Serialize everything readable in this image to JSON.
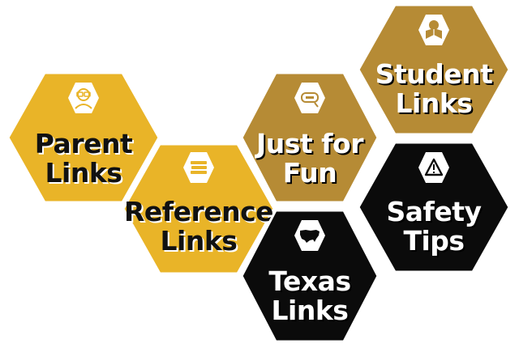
{
  "colors": {
    "gold": "#E9B428",
    "bronze": "#B68B35",
    "black": "#0b0b0b",
    "outline": "#ffffff"
  },
  "tiles": {
    "parent": {
      "line1": "Parent",
      "line2": "Links",
      "icon": "parent-glasses-icon"
    },
    "reference": {
      "line1": "Reference",
      "line2": "Links",
      "icon": "book-stack-icon"
    },
    "justforfun": {
      "line1": "Just for",
      "line2": "Fun",
      "icon": "game-controller-icon"
    },
    "student": {
      "line1": "Student",
      "line2": "Links",
      "icon": "student-reading-icon"
    },
    "safety": {
      "line1": "Safety",
      "line2": "Tips",
      "icon": "warning-triangle-icon"
    },
    "texas": {
      "line1": "Texas",
      "line2": "Links",
      "icon": "usa-map-icon"
    }
  }
}
